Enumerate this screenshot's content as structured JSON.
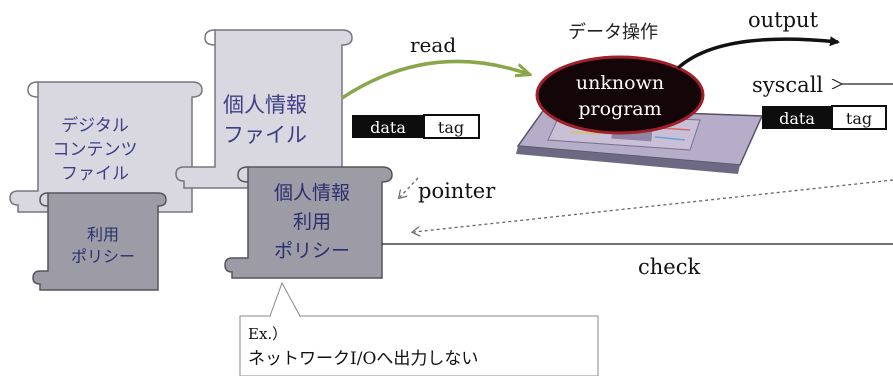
{
  "scrolls": {
    "digital_contents": {
      "lines": [
        "デジタル",
        "コンテンツ",
        "ファイル"
      ]
    },
    "digital_policy": {
      "lines": [
        "利用",
        "ポリシー"
      ]
    },
    "personal_info": {
      "lines": [
        "個人情報",
        "ファイル"
      ]
    },
    "personal_policy": {
      "lines": [
        "個人情報",
        "利用",
        "ポリシー"
      ]
    }
  },
  "labels": {
    "read": "read",
    "data_operation": "データ操作",
    "output": "output",
    "syscall": "syscall",
    "pointer": "pointer",
    "check": "check"
  },
  "program": {
    "line1": "unknown",
    "line2": "program"
  },
  "tags": {
    "left": {
      "data": "data",
      "tag": "tag"
    },
    "right": {
      "data": "data",
      "tag": "tag"
    }
  },
  "example_box": {
    "line1": "Ex.）",
    "line2": "ネットワークI/Oへ出力しない"
  },
  "colors": {
    "scroll_light_fill": "#d9d7e0",
    "scroll_dark_fill": "#9d9ca6",
    "scroll_text_light": "#3d3f86",
    "scroll_text_dark": "#2a2f6e",
    "read_arrow": "#8aa64a",
    "program_fill": "#140508",
    "program_border": "#a0202a",
    "chip_fill": "#b6adc8"
  }
}
